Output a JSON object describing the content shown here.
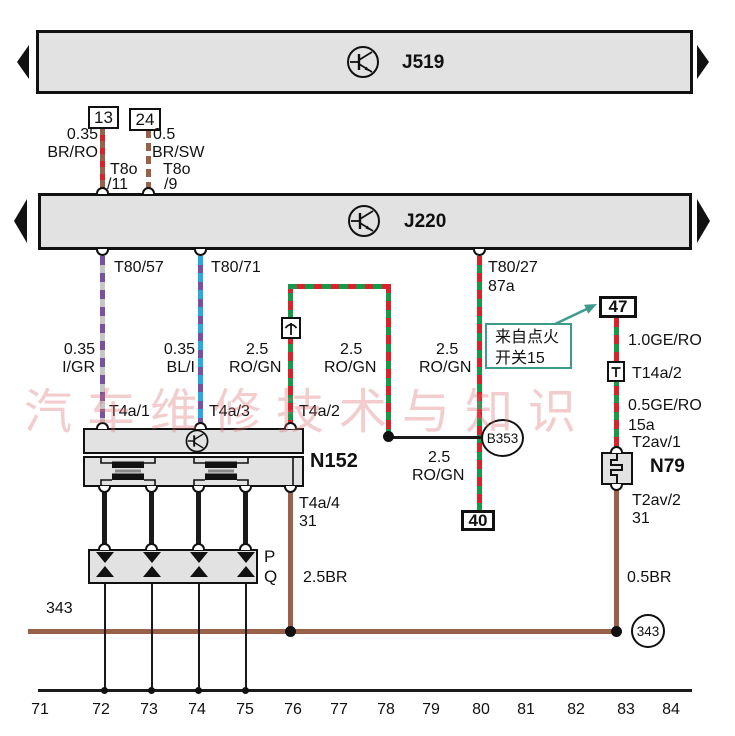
{
  "modules": {
    "j519": "J519",
    "j220": "J220",
    "n152": "N152",
    "n79": "N79"
  },
  "fuse13": {
    "pin": "13",
    "size": "0.35",
    "color": "BR/RO",
    "conn": "T8o",
    "conn_pin": "/11"
  },
  "fuse24": {
    "pin": "24",
    "size": "0.5",
    "color": "BR/SW",
    "conn": "T8o",
    "conn_pin": "/9"
  },
  "j220_pins": {
    "p57": "T80/57",
    "p71": "T80/71",
    "p27": "T80/27",
    "p27_terminal": "87a"
  },
  "wires": {
    "igr": {
      "size": "0.35",
      "color": "I/GR"
    },
    "bli": {
      "size": "0.35",
      "color": "BL/I"
    },
    "rogn_left": {
      "size": "2.5",
      "color": "RO/GN"
    },
    "rogn_mid": {
      "size": "2.5",
      "color": "RO/GN"
    },
    "rogn_right": {
      "size": "2.5",
      "color": "RO/GN"
    },
    "rogn_lower": {
      "size": "2.5",
      "color": "RO/GN"
    },
    "gero_upper": "1.0GE/RO",
    "gero_lower": "0.5GE/RO",
    "circuit15a": "15a",
    "br_25": "2.5BR",
    "br_05": "0.5BR"
  },
  "n152_pins": {
    "p1": "T4a/1",
    "p3": "T4a/3",
    "p2": "T4a/2",
    "p4": "T4a/4",
    "gnd": "31"
  },
  "n79_pins": {
    "conn": "T14a/2",
    "top": "T2av/1",
    "bottom": "T2av/2",
    "gnd": "31"
  },
  "spark_rows": {
    "p": "P",
    "q": "Q"
  },
  "nodes": {
    "b353": "B353",
    "t40": "40",
    "t47": "47",
    "g343": "343",
    "g343_circle": "343"
  },
  "callout": {
    "line1": "来自点火",
    "line2": "开关15"
  },
  "watermark": "汽车维修技术与知识",
  "tracks": [
    "71",
    "72",
    "73",
    "74",
    "75",
    "76",
    "77",
    "78",
    "79",
    "80",
    "81",
    "82",
    "83",
    "84"
  ],
  "colors": {
    "brown": "#9a6149",
    "red": "#d8232a",
    "green": "#169a4a",
    "purple": "#7a51a1",
    "gray": "#c6c6c6",
    "blue": "#2aa8e0",
    "teal": "#3e9b8b",
    "boxgray": "#e2e2e2",
    "ink": "#111111",
    "pink": "#dd6e6e"
  }
}
